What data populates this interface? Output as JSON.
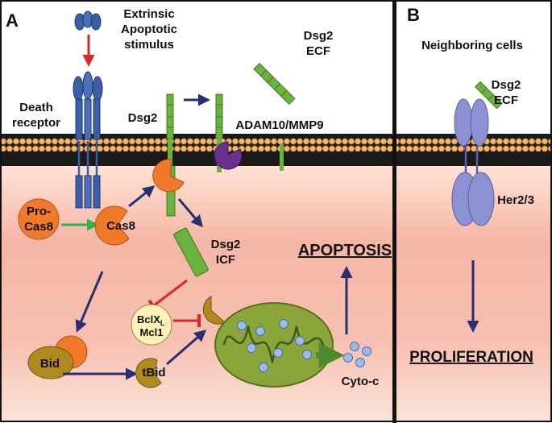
{
  "panels": {
    "a": "A",
    "b": "B"
  },
  "panel_a": {
    "stimulus_line1": "Extrinsic",
    "stimulus_line2": "Apoptotic",
    "stimulus_line3": "stimulus",
    "death_receptor_line1": "Death",
    "death_receptor_line2": "receptor",
    "dsg2": "Dsg2",
    "dsg2_ecf_line1": "Dsg2",
    "dsg2_ecf_line2": "ECF",
    "protease": "ADAM10/MMP9",
    "procas8_line1": "Pro-",
    "procas8_line2": "Cas8",
    "cas8": "Cas8",
    "dsg2_icf_line1": "Dsg2",
    "dsg2_icf_line2": "ICF",
    "apoptosis": "APOPTOSIS",
    "bclxl_main": "BclX",
    "bclxl_sub": "L",
    "mcl1": "Mcl1",
    "bid": "Bid",
    "tbid": "tBid",
    "cytoc": "Cyto-c"
  },
  "panel_b": {
    "title": "Neighboring cells",
    "dsg2_ecf_line1": "Dsg2",
    "dsg2_ecf_line2": "ECF",
    "her": "Her2/3",
    "proliferation": "PROLIFERATION"
  },
  "colors": {
    "membrane_head": "#f2b56b",
    "membrane_tail": "#1a1a1a",
    "cytoplasm_top": "#ffe5da",
    "cytoplasm_mid": "#f6b1a0",
    "receptor_blue": "#3a5fa8",
    "dsg2_green": "#6ab33e",
    "caspase_orange": "#f07a2a",
    "protease_purple": "#6a2f8f",
    "bid_gold": "#b08a1e",
    "mito_green": "#8ba53a",
    "her_blue": "#8c91d4",
    "apoptosis_red": "#e8353b",
    "proliferation_green": "#3aaa3a",
    "arrow_navy": "#27306e",
    "arrow_red": "#d8282a",
    "arrow_green": "#2eb34a"
  },
  "icons": [
    "death-receptor",
    "dsg2-protein",
    "adam10-protease",
    "caspase-8",
    "bcl-xl-mcl1",
    "bid",
    "mitochondrion",
    "cytochrome-c",
    "her2-3-receptor"
  ]
}
